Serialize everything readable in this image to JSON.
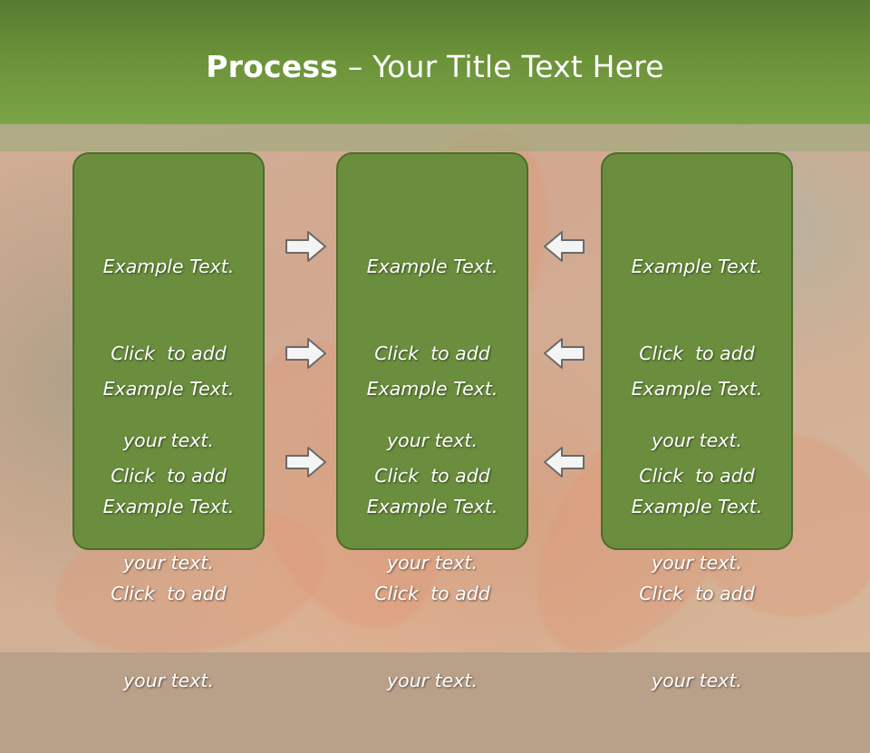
{
  "slide": {
    "title_bold": "Process",
    "title_rest": " – Your Title Text Here",
    "colors": {
      "header_green": "#6b9239",
      "panel_green": "#6b8e3e",
      "panel_border": "#4e6c2a",
      "text": "#ffffff",
      "arrow_fill": "#f4f4f4",
      "arrow_stroke": "#6a6a6a"
    },
    "panels": [
      {
        "blocks": [
          {
            "line1": "Example Text.",
            "line2": "Click  to add",
            "line3": "your text."
          },
          {
            "line1": "Example Text.",
            "line2": "Click  to add",
            "line3": "your text."
          },
          {
            "line1": "Example Text.",
            "line2": "Click  to add",
            "line3": "your text."
          }
        ]
      },
      {
        "blocks": [
          {
            "line1": "Example Text.",
            "line2": "Click  to add",
            "line3": "your text."
          },
          {
            "line1": "Example Text.",
            "line2": "Click  to add",
            "line3": "your text."
          },
          {
            "line1": "Example Text.",
            "line2": "Click  to add",
            "line3": "your text."
          }
        ]
      },
      {
        "blocks": [
          {
            "line1": "Example Text.",
            "line2": "Click  to add",
            "line3": "your text."
          },
          {
            "line1": "Example Text.",
            "line2": "Click  to add",
            "line3": "your text."
          },
          {
            "line1": "Example Text.",
            "line2": "Click  to add",
            "line3": "your text."
          }
        ]
      }
    ],
    "arrows_left_group": [
      "right-arrow-icon",
      "right-arrow-icon",
      "right-arrow-icon"
    ],
    "arrows_right_group": [
      "left-arrow-icon",
      "left-arrow-icon",
      "left-arrow-icon"
    ]
  }
}
